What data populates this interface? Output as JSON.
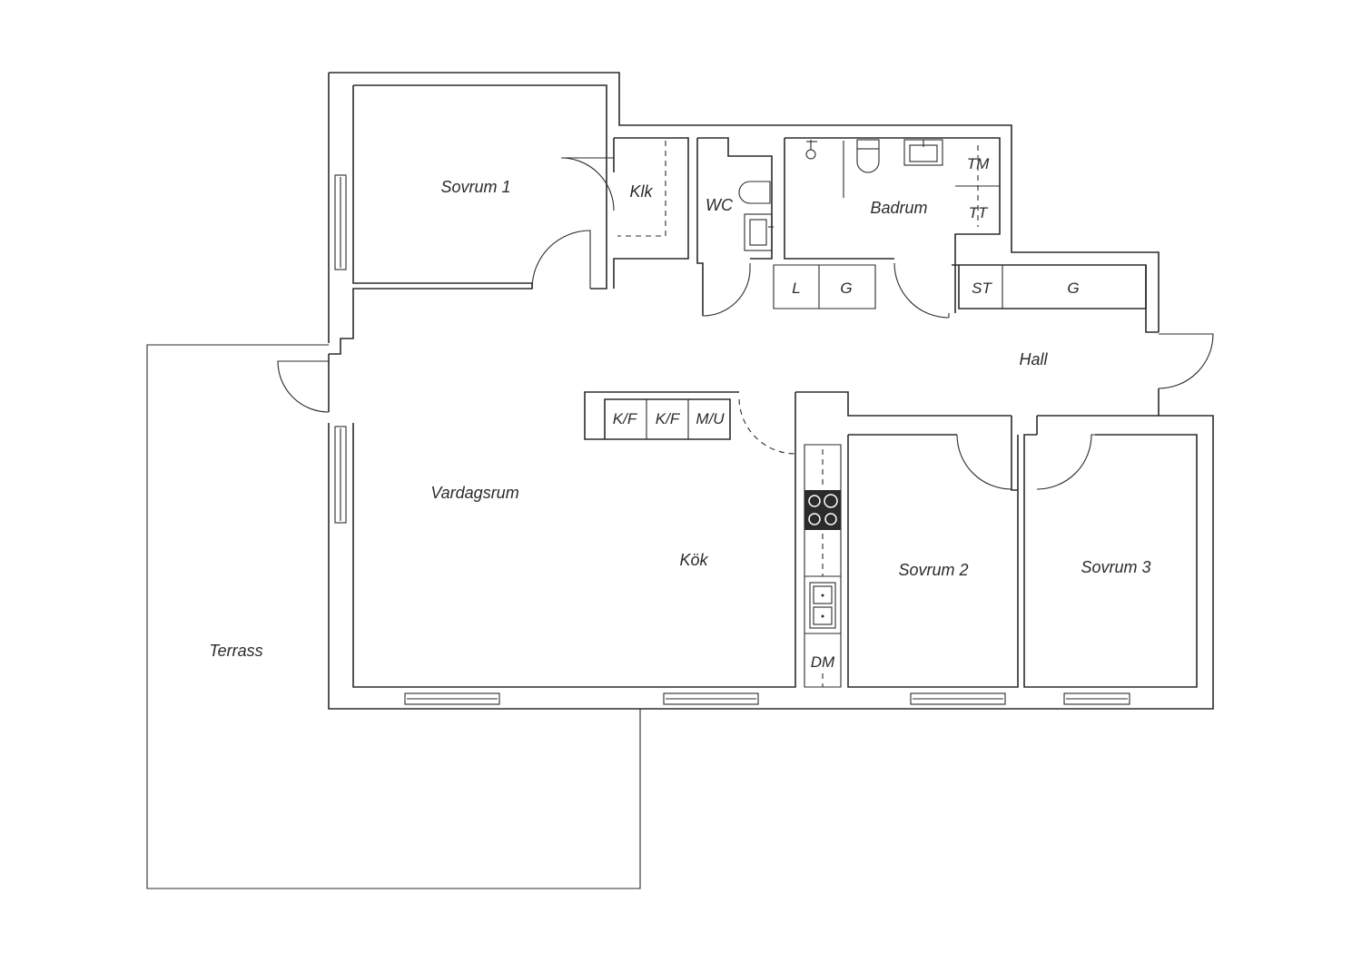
{
  "colors": {
    "line": "#2b2b2b",
    "background": "#ffffff",
    "stove": "#2b2b2b"
  },
  "rooms": {
    "sovrum1": "Sovrum 1",
    "klk": "Klk",
    "wc": "WC",
    "badrum": "Badrum",
    "hall": "Hall",
    "vardagsrum": "Vardagsrum",
    "kok": "Kök",
    "sovrum2": "Sovrum 2",
    "sovrum3": "Sovrum 3",
    "terrass": "Terrass"
  },
  "fixtures": {
    "tm": "TM",
    "tt": "TT",
    "l": "L",
    "g1": "G",
    "st": "ST",
    "g2": "G",
    "kf1": "K/F",
    "kf2": "K/F",
    "mu": "M/U",
    "dm": "DM"
  }
}
